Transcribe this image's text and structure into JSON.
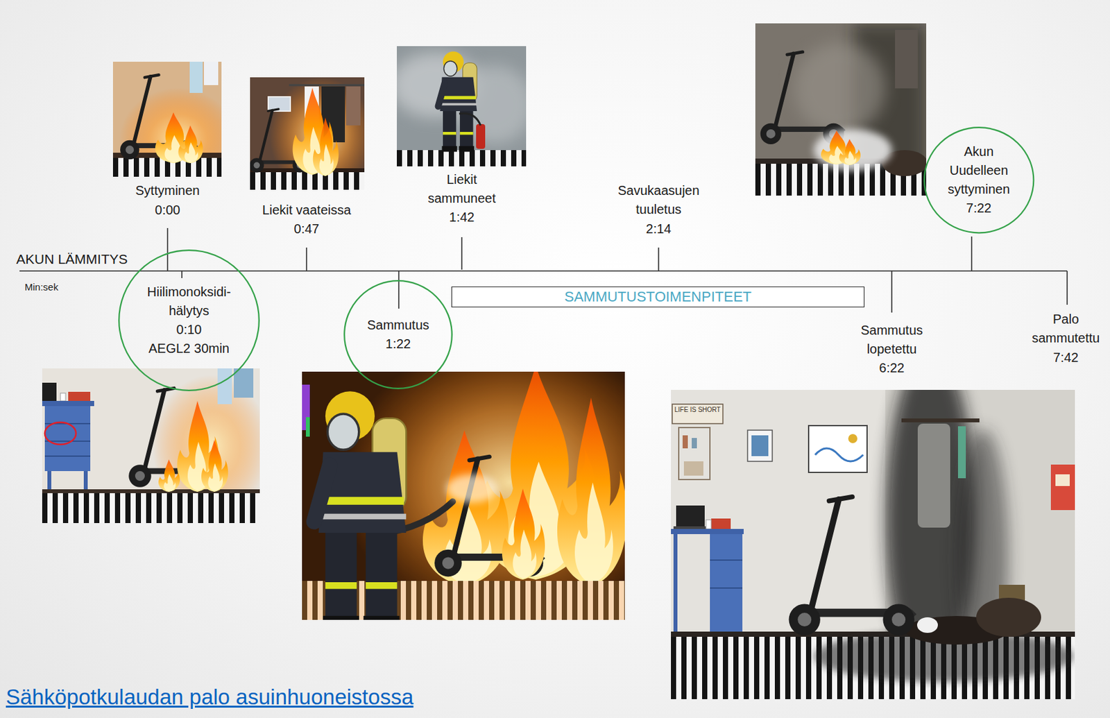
{
  "diagram": {
    "caption": "Sähköpotkulaudan palo asuinhuoneistossa",
    "nodes": [
      {
        "text": [
          "Hiilimonoksidi- hälytys",
          "0:10",
          "AEGL2 30min"
        ]
      },
      {
        "text": [
          "Sammutus",
          "1:22"
        ]
      },
      {
        "text": [
          "SAMMUTUSTOIMENPITEET"
        ]
      },
      {
        "text": [
          "Akun Uudelleen syttyminen",
          "7:22"
        ]
      }
    ],
    "labels": [
      "AKUN LÄMMITYS",
      "Min:sek",
      "Syttyminen",
      "0:00",
      "Liekit vaateissa",
      "0:47",
      "Liekit sammuneet",
      "1:42",
      "Savukaasujen tuuletus",
      "2:14",
      "Sammutus lopetettu",
      "6:22",
      "Palo sammutettu",
      "7:42",
      "LIFE IS SHORT"
    ]
  }
}
